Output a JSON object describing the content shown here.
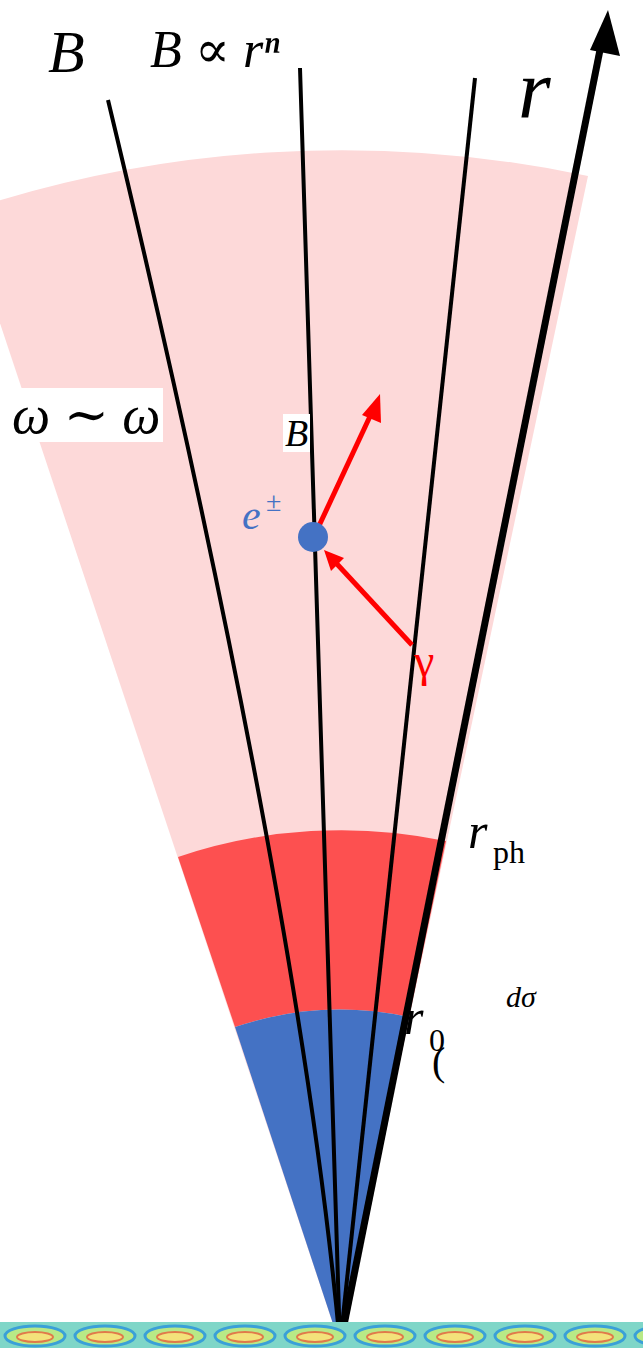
{
  "diagram": {
    "labels": [
      "B⃗",
      "B ∝ rⁿ",
      "r",
      "ω ∼ ω",
      "B",
      "e",
      "±",
      "γ",
      "r",
      "ph",
      "r",
      "0",
      "dσ",
      "("
    ]
  }
}
